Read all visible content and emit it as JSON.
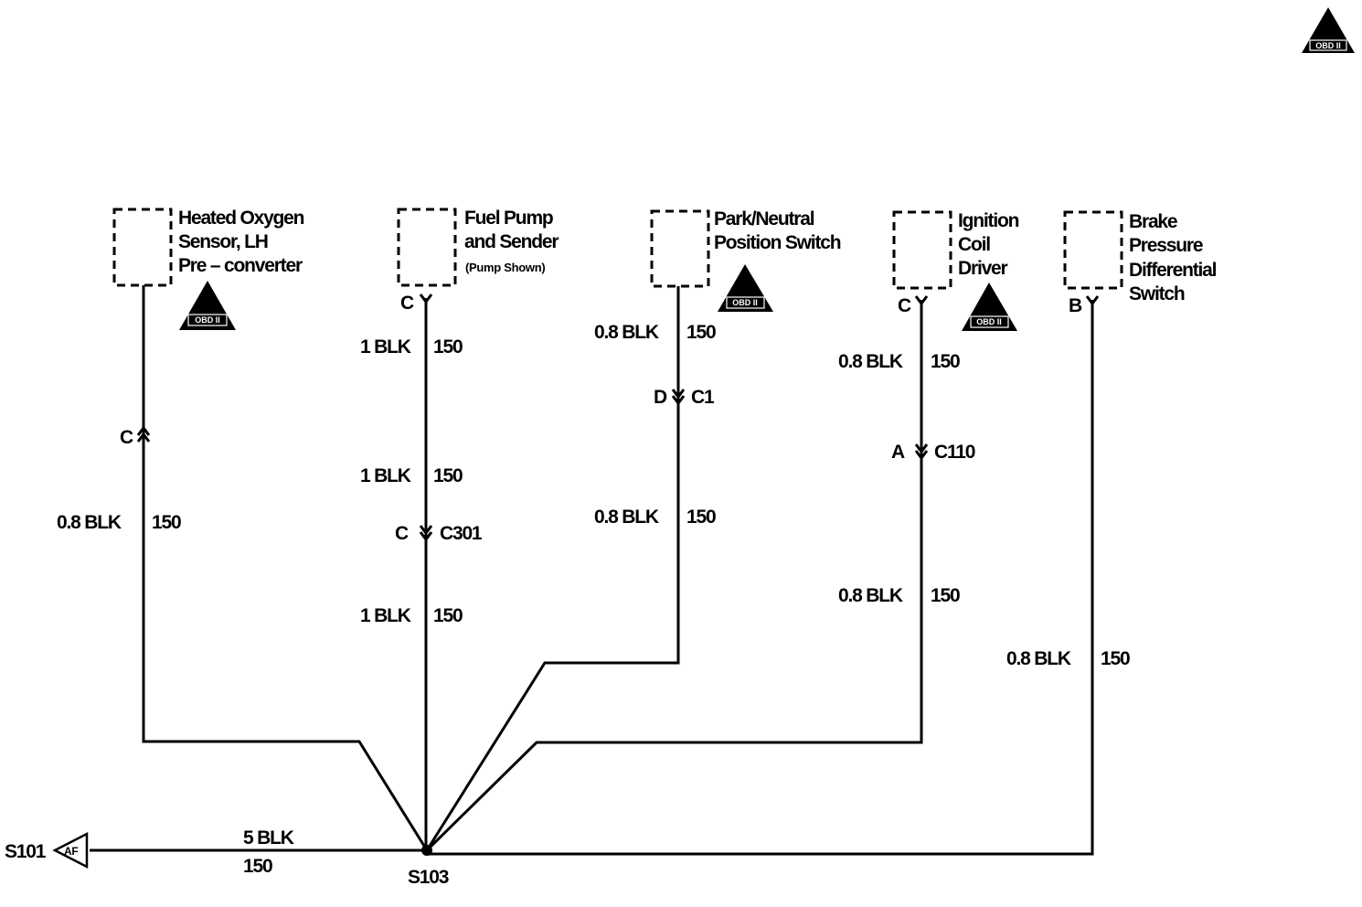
{
  "components": [
    {
      "id": "ho2s",
      "lines": [
        "Heated Oxygen",
        "Sensor,  LH",
        "Pre – converter"
      ],
      "pin": "",
      "obd": true
    },
    {
      "id": "fuel_pump",
      "lines": [
        "Fuel Pump",
        "and Sender"
      ],
      "note": "(Pump Shown)",
      "pin": "C",
      "obd": false
    },
    {
      "id": "pnp",
      "lines": [
        "Park/Neutral",
        "Position Switch"
      ],
      "pin": "",
      "obd": true
    },
    {
      "id": "icm",
      "lines": [
        "Ignition",
        "Coil",
        "Driver"
      ],
      "pin": "C",
      "obd": true
    },
    {
      "id": "brake",
      "lines": [
        "Brake",
        "Pressure",
        "Differential",
        "Switch"
      ],
      "pin": "B",
      "obd": false
    }
  ],
  "obd_badge": "OBD II",
  "wire_labels": {
    "ho2s": {
      "size": "0.8 BLK",
      "circuit": "150"
    },
    "fp_1": {
      "size": "1 BLK",
      "circuit": "150"
    },
    "fp_2": {
      "size": "1 BLK",
      "circuit": "150"
    },
    "fp_3": {
      "size": "1 BLK",
      "circuit": "150"
    },
    "pnp_1": {
      "size": "0.8 BLK",
      "circuit": "150"
    },
    "pnp_2": {
      "size": "0.8 BLK",
      "circuit": "150"
    },
    "icm_1": {
      "size": "0.8 BLK",
      "circuit": "150"
    },
    "icm_2": {
      "size": "0.8 BLK",
      "circuit": "150"
    },
    "brake": {
      "size": "0.8 BLK",
      "circuit": "150"
    },
    "ground": {
      "size": "5 BLK",
      "circuit": "150"
    }
  },
  "connectors": {
    "ho2s": {
      "pin": "C",
      "name": ""
    },
    "c301": {
      "pin": "C",
      "name": "C301"
    },
    "c1": {
      "pin": "D",
      "name": "C1"
    },
    "c110": {
      "pin": "A",
      "name": "C110"
    }
  },
  "splice": "S103",
  "offpage": {
    "name": "S101",
    "ref": "AF"
  }
}
